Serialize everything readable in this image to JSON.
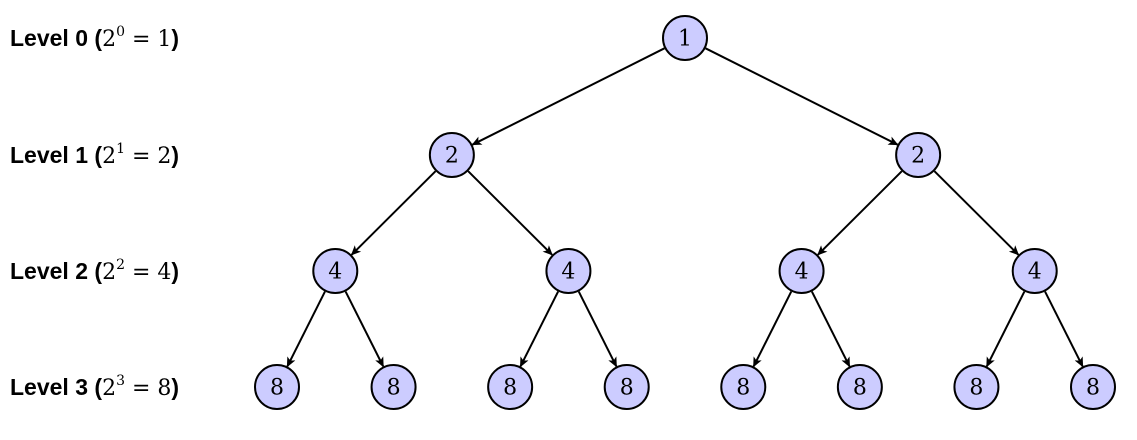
{
  "levels": [
    {
      "label": "Level 0",
      "base": "2",
      "exponent": "0",
      "equals": "=",
      "count": "1"
    },
    {
      "label": "Level 1",
      "base": "2",
      "exponent": "1",
      "equals": "=",
      "count": "2"
    },
    {
      "label": "Level 2",
      "base": "2",
      "exponent": "2",
      "equals": "=",
      "count": "4"
    },
    {
      "label": "Level 3",
      "base": "2",
      "exponent": "3",
      "equals": "=",
      "count": "8"
    }
  ],
  "tree": {
    "nodes": [
      {
        "id": "n0",
        "value": "1",
        "level": 0
      },
      {
        "id": "n1",
        "value": "2",
        "level": 1
      },
      {
        "id": "n2",
        "value": "2",
        "level": 1
      },
      {
        "id": "n3",
        "value": "4",
        "level": 2
      },
      {
        "id": "n4",
        "value": "4",
        "level": 2
      },
      {
        "id": "n5",
        "value": "4",
        "level": 2
      },
      {
        "id": "n6",
        "value": "4",
        "level": 2
      },
      {
        "id": "n7",
        "value": "8",
        "level": 3
      },
      {
        "id": "n8",
        "value": "8",
        "level": 3
      },
      {
        "id": "n9",
        "value": "8",
        "level": 3
      },
      {
        "id": "n10",
        "value": "8",
        "level": 3
      },
      {
        "id": "n11",
        "value": "8",
        "level": 3
      },
      {
        "id": "n12",
        "value": "8",
        "level": 3
      },
      {
        "id": "n13",
        "value": "8",
        "level": 3
      },
      {
        "id": "n14",
        "value": "8",
        "level": 3
      }
    ],
    "edges": [
      [
        "n0",
        "n1"
      ],
      [
        "n0",
        "n2"
      ],
      [
        "n1",
        "n3"
      ],
      [
        "n1",
        "n4"
      ],
      [
        "n2",
        "n5"
      ],
      [
        "n2",
        "n6"
      ],
      [
        "n3",
        "n7"
      ],
      [
        "n3",
        "n8"
      ],
      [
        "n4",
        "n9"
      ],
      [
        "n4",
        "n10"
      ],
      [
        "n5",
        "n11"
      ],
      [
        "n5",
        "n12"
      ],
      [
        "n6",
        "n13"
      ],
      [
        "n6",
        "n14"
      ]
    ]
  },
  "colors": {
    "node_fill": "#ccccff",
    "node_stroke": "#000000",
    "edge": "#000000"
  }
}
